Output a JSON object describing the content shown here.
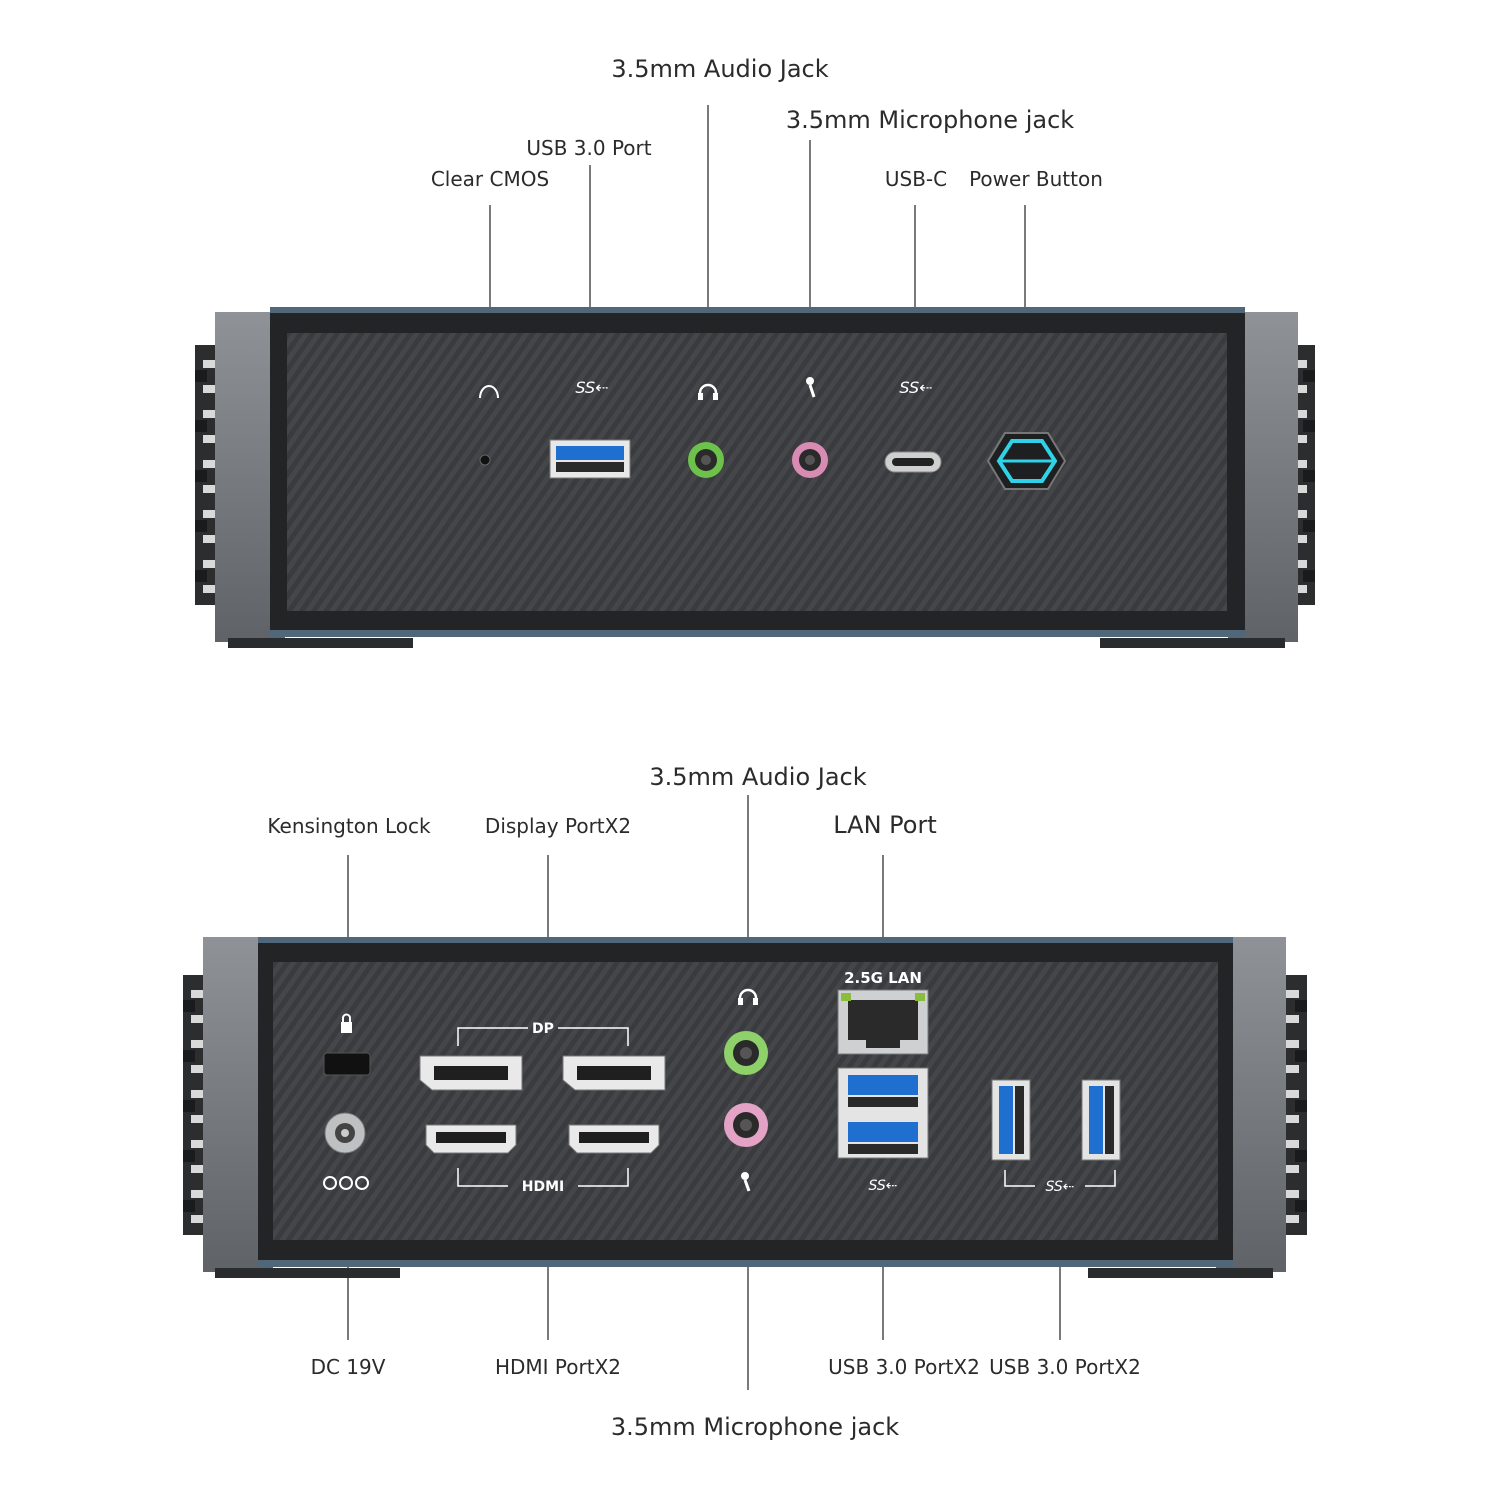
{
  "front": {
    "labels": {
      "audio_jack": "3.5mm Audio Jack",
      "mic_jack": "3.5mm Microphone jack",
      "usb30": "USB 3.0 Port",
      "clear_cmos": "Clear CMOS",
      "usbc": "USB-C",
      "power": "Power Button"
    },
    "glyphs": {
      "ss1": "SS⇠",
      "ss2": "SS⇠"
    }
  },
  "back": {
    "labels": {
      "audio_jack": "3.5mm Audio Jack",
      "kensington": "Kensington Lock",
      "displayport": "Display PortX2",
      "lan": "LAN Port",
      "dc": "DC 19V",
      "hdmi": "HDMI PortX2",
      "usb_a": "USB 3.0 PortX2",
      "usb_b": "USB 3.0 PortX2",
      "mic_jack": "3.5mm Microphone jack"
    },
    "panel_text": {
      "lan_text": "2.5G LAN",
      "dp_text": "DP",
      "hdmi_text": "HDMI",
      "ss_a": "SS⇠",
      "ss_b": "SS⇠"
    }
  },
  "colors": {
    "panel": "#3b3c3f",
    "frame": "#222325",
    "trim": "#4f6779",
    "usb_blue": "#2a7ed6",
    "audio_green": "#6cc24a",
    "mic_pink": "#e4a3c6",
    "power_cyan": "#2fd2e6"
  }
}
